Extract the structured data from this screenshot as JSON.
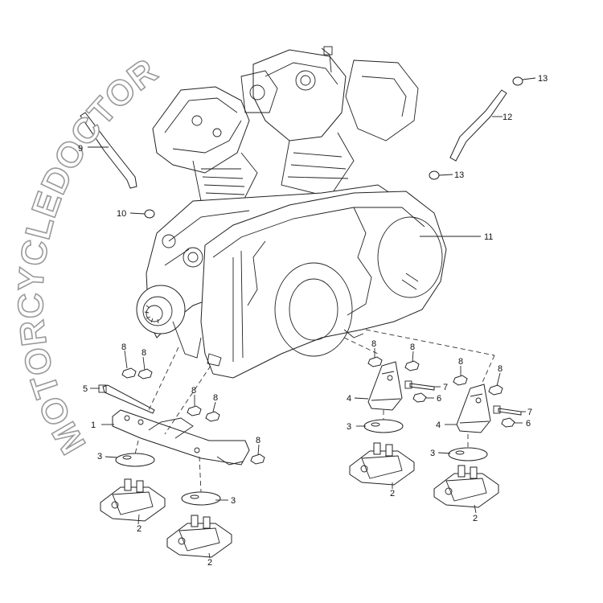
{
  "watermark": "MOTORCYCLEDOCTOR",
  "callouts": {
    "c1": "1",
    "c2a": "2",
    "c2b": "2",
    "c2c": "2",
    "c2d": "2",
    "c3a": "3",
    "c3b": "3",
    "c3c": "3",
    "c3d": "3",
    "c4a": "4",
    "c4b": "4",
    "c5": "5",
    "c6a": "6",
    "c6b": "6",
    "c7a": "7",
    "c7b": "7",
    "c8a": "8",
    "c8b": "8",
    "c8c": "8",
    "c8d": "8",
    "c8e": "8",
    "c8f": "8",
    "c8g": "8",
    "c8h": "8",
    "c8i": "8",
    "c9": "9",
    "c10": "10",
    "c11": "11",
    "c12": "12",
    "c13a": "13",
    "c13b": "13"
  }
}
